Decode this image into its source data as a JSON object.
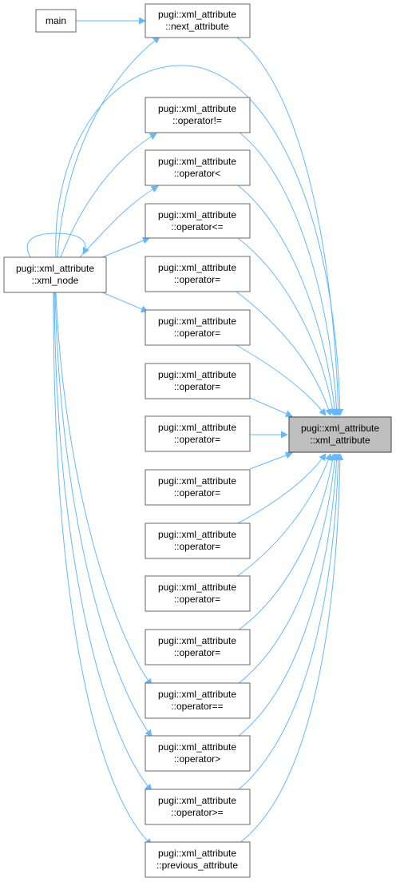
{
  "graph": {
    "edge_color": "#63b8ff",
    "node_border_color": "#666666",
    "focus_node_fill": "#bfbfbf",
    "nodes": {
      "main": {
        "lines": [
          "main"
        ]
      },
      "xml_node": {
        "lines": [
          "pugi::xml_attribute",
          "::xml_node"
        ]
      },
      "next_attribute": {
        "lines": [
          "pugi::xml_attribute",
          "::next_attribute"
        ]
      },
      "op_ne": {
        "lines": [
          "pugi::xml_attribute",
          "::operator!="
        ]
      },
      "op_lt": {
        "lines": [
          "pugi::xml_attribute",
          "::operator<"
        ]
      },
      "op_le": {
        "lines": [
          "pugi::xml_attribute",
          "::operator<="
        ]
      },
      "op_assign1": {
        "lines": [
          "pugi::xml_attribute",
          "::operator="
        ]
      },
      "op_assign2": {
        "lines": [
          "pugi::xml_attribute",
          "::operator="
        ]
      },
      "op_assign3": {
        "lines": [
          "pugi::xml_attribute",
          "::operator="
        ]
      },
      "op_assign4": {
        "lines": [
          "pugi::xml_attribute",
          "::operator="
        ]
      },
      "op_assign5": {
        "lines": [
          "pugi::xml_attribute",
          "::operator="
        ]
      },
      "op_assign6": {
        "lines": [
          "pugi::xml_attribute",
          "::operator="
        ]
      },
      "op_assign7": {
        "lines": [
          "pugi::xml_attribute",
          "::operator="
        ]
      },
      "op_assign8": {
        "lines": [
          "pugi::xml_attribute",
          "::operator="
        ]
      },
      "op_eq": {
        "lines": [
          "pugi::xml_attribute",
          "::operator=="
        ]
      },
      "op_gt": {
        "lines": [
          "pugi::xml_attribute",
          "::operator>"
        ]
      },
      "op_ge": {
        "lines": [
          "pugi::xml_attribute",
          "::operator>="
        ]
      },
      "previous_attribute": {
        "lines": [
          "pugi::xml_attribute",
          "::previous_attribute"
        ]
      },
      "xml_attribute": {
        "lines": [
          "pugi::xml_attribute",
          "::xml_attribute"
        ]
      }
    }
  }
}
